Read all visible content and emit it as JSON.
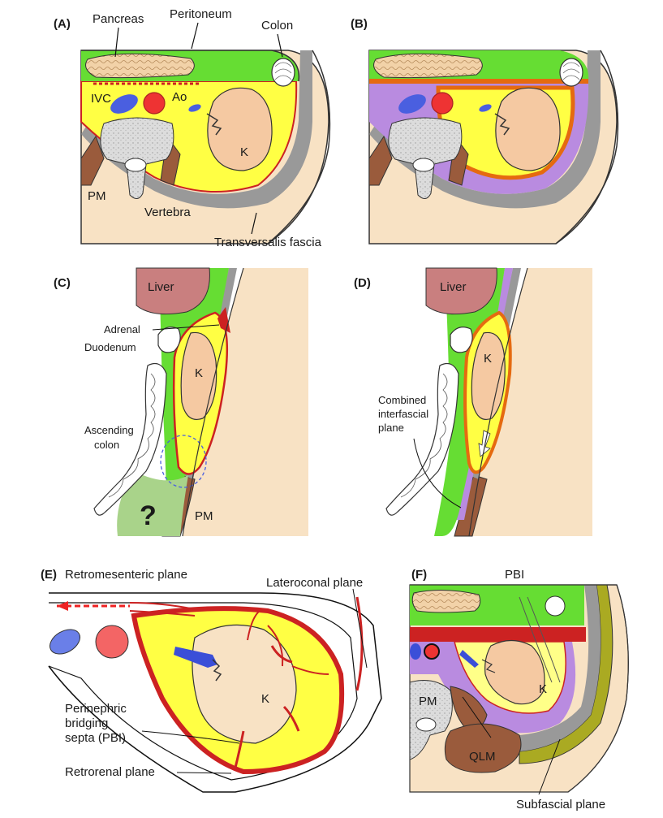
{
  "panels": {
    "A": {
      "letter": "(A)",
      "labels": {
        "pancreas": "Pancreas",
        "peritoneum": "Peritoneum",
        "colon": "Colon",
        "ivc": "IVC",
        "ao": "Ao",
        "kidney": "K",
        "pm": "PM",
        "vertebra": "Vertebra",
        "transversalis": "Transversalis fascia"
      }
    },
    "B": {
      "letter": "(B)"
    },
    "C": {
      "letter": "(C)",
      "labels": {
        "liver": "Liver",
        "adrenal": "Adrenal",
        "duodenum": "Duodenum",
        "kidney": "K",
        "ascending1": "Ascending",
        "ascending2": "colon",
        "question": "?",
        "pm": "PM"
      }
    },
    "D": {
      "letter": "(D)",
      "labels": {
        "liver": "Liver",
        "kidney": "K",
        "combined1": "Combined",
        "combined2": "interfascial",
        "combined3": "plane"
      }
    },
    "E": {
      "letter": "(E)",
      "labels": {
        "retromesenteric": "Retromesenteric plane",
        "lateroconal": "Lateroconal plane",
        "kidney": "K",
        "perinephric1": "Perinephric",
        "perinephric2": "bridging",
        "perinephric3": "septa (PBI)",
        "retrorenal": "Retrorenal plane"
      }
    },
    "F": {
      "letter": "(F)",
      "labels": {
        "pbi": "PBI",
        "pm": "PM",
        "kidney": "K",
        "qlm": "QLM",
        "subfascial": "Subfascial plane"
      }
    }
  },
  "colors": {
    "peritoneal": "#66dd33",
    "perirenal": "#ffff44",
    "kidney": "#f5c9a2",
    "fascia": "#cc2222",
    "muscle": "#9a5b3c",
    "skin": "#f8e2c4",
    "vessel_vein": "#4a5fe0",
    "vessel_artery": "#ee3333",
    "combined": "#b98be0",
    "liver": "#c97f7f",
    "transversalis": "#888888"
  }
}
